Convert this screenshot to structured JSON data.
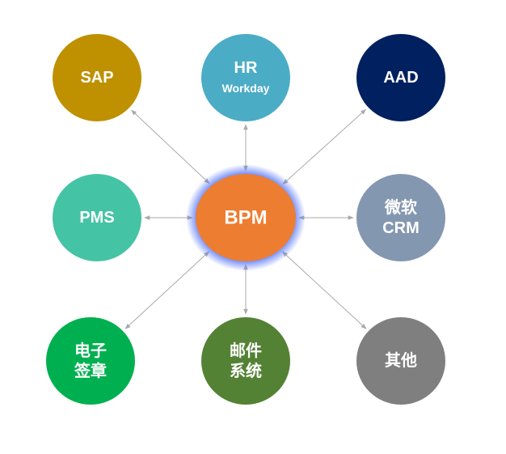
{
  "diagram": {
    "center": {
      "lines": [
        "BPM"
      ],
      "color": "#ED7D31",
      "glow_color": "#4A6CF7"
    },
    "nodes": [
      {
        "id": "sap",
        "lines": [
          "SAP"
        ],
        "color": "#BF9000"
      },
      {
        "id": "hr",
        "lines": [
          "HR",
          "Workday"
        ],
        "color": "#4BACC6"
      },
      {
        "id": "aad",
        "lines": [
          "AAD"
        ],
        "color": "#002060"
      },
      {
        "id": "pms",
        "lines": [
          "PMS"
        ],
        "color": "#45C3A5"
      },
      {
        "id": "crm",
        "lines": [
          "微软",
          "CRM"
        ],
        "color": "#8497B0"
      },
      {
        "id": "esign",
        "lines": [
          "电子",
          "签章"
        ],
        "color": "#00B050"
      },
      {
        "id": "mail",
        "lines": [
          "邮件",
          "系统"
        ],
        "color": "#548235"
      },
      {
        "id": "other",
        "lines": [
          "其他"
        ],
        "color": "#7F7F7F"
      }
    ],
    "connector_color": "#AAAAAA"
  }
}
